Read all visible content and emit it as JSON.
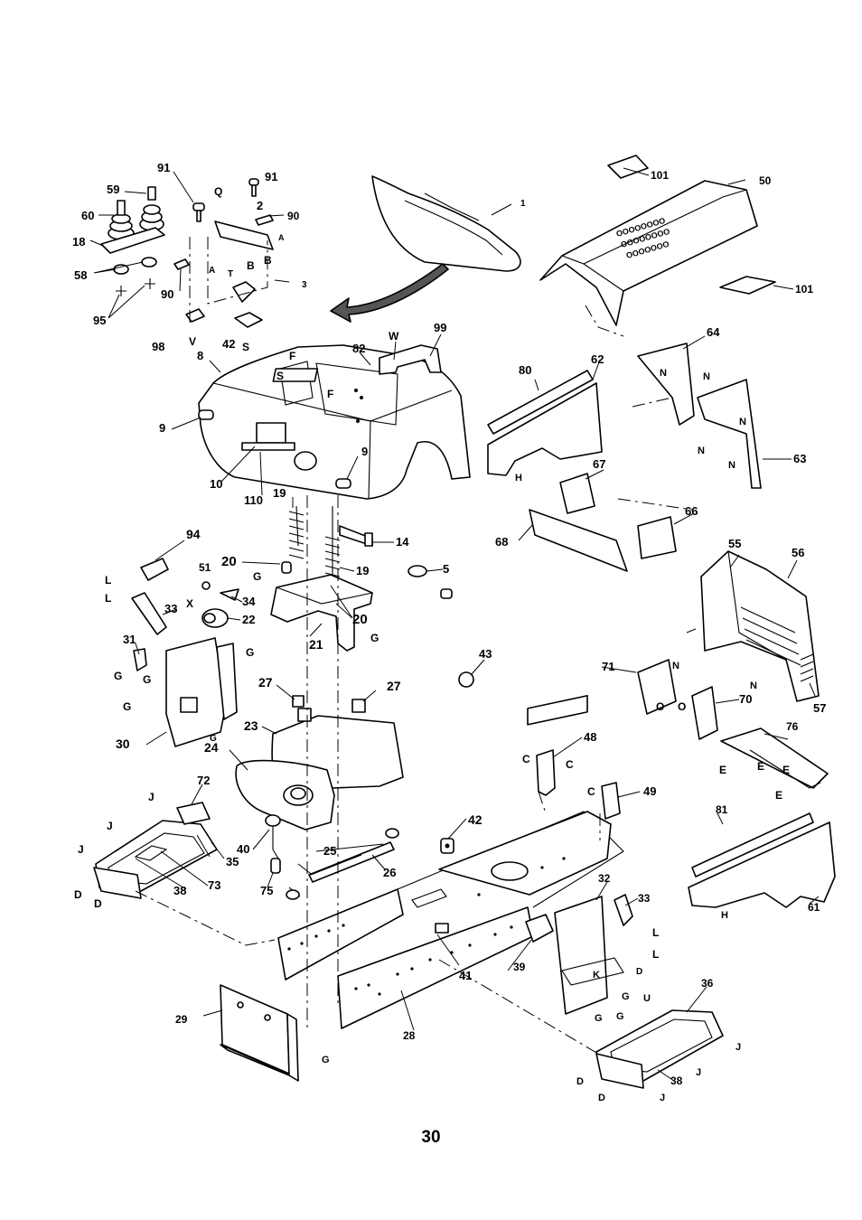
{
  "page_number": "30",
  "callouts": {
    "n1": "1",
    "n2": "2",
    "n3": "3",
    "n5": "5",
    "n8": "8",
    "n9a": "9",
    "n9b": "9",
    "n10": "10",
    "n14": "14",
    "n18": "18",
    "n19a": "19",
    "n19b": "19",
    "n20a": "20",
    "n20b": "20",
    "n21": "21",
    "n22": "22",
    "n23": "23",
    "n24": "24",
    "n25": "25",
    "n26": "26",
    "n27a": "27",
    "n27b": "27",
    "n28": "28",
    "n29": "29",
    "n30": "30",
    "n31": "31",
    "n32": "32",
    "n33a": "33",
    "n33b": "33",
    "n34": "34",
    "n35": "35",
    "n36": "36",
    "n38a": "38",
    "n38b": "38",
    "n39": "39",
    "n40": "40",
    "n41": "41",
    "n42a": "42",
    "n42b": "42",
    "n43": "43",
    "n48": "48",
    "n49": "49",
    "n50": "50",
    "n51": "51",
    "n55": "55",
    "n56": "56",
    "n57": "57",
    "n58": "58",
    "n59": "59",
    "n60": "60",
    "n61": "61",
    "n62": "62",
    "n63": "63",
    "n64": "64",
    "n66": "66",
    "n67": "67",
    "n68": "68",
    "n70": "70",
    "n71": "71",
    "n72": "72",
    "n73": "73",
    "n75": "75",
    "n76": "76",
    "n80": "80",
    "n81": "81",
    "n82": "82",
    "n90a": "90",
    "n90b": "90",
    "n91a": "91",
    "n91b": "91",
    "n94": "94",
    "n95": "95",
    "n98": "98",
    "n99": "99",
    "n101a": "101",
    "n101b": "101",
    "n110": "110"
  },
  "reference_letters": {
    "Q": "Q",
    "A1": "A",
    "A2": "A",
    "T": "T",
    "B1": "B",
    "B2": "B",
    "V": "V",
    "S1": "S",
    "S2": "S",
    "F1": "F",
    "F2": "F",
    "W": "W",
    "N1": "N",
    "N2": "N",
    "N3": "N",
    "N4": "N",
    "N5": "N",
    "N6": "N",
    "N7": "N",
    "H1": "H",
    "H2": "H",
    "L1": "L",
    "L2": "L",
    "L3": "L",
    "L4": "L",
    "X": "X",
    "G1": "G",
    "G2": "G",
    "G3": "G",
    "G4": "G",
    "G5": "G",
    "G6": "G",
    "G7": "G",
    "G8": "G",
    "G9": "G",
    "G10": "G",
    "G11": "G",
    "O1": "O",
    "O2": "O",
    "C1": "C",
    "C2": "C",
    "C3": "C",
    "E1": "E",
    "E2": "E",
    "E3": "E",
    "E4": "E",
    "J1": "J",
    "J2": "J",
    "J3": "J",
    "J4": "J",
    "J5": "J",
    "J6": "J",
    "D1": "D",
    "D2": "D",
    "D3": "D",
    "D4": "D",
    "D5": "D",
    "K": "K",
    "U": "U"
  }
}
